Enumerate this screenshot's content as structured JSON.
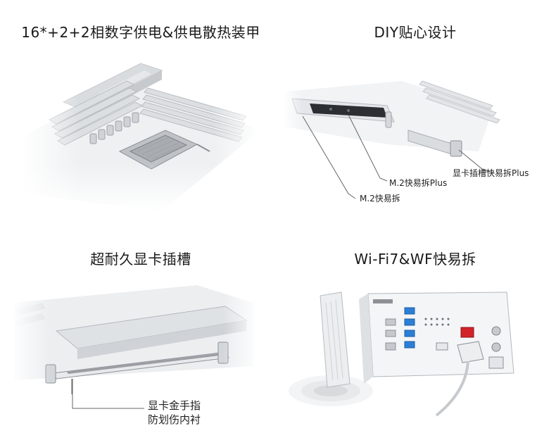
{
  "panels": {
    "top_left": {
      "title": "16*+2+2相数字供电&供电散热装甲"
    },
    "top_right": {
      "title": "DIY贴心设计",
      "callouts": [
        "显卡插槽快易拆Plus",
        "M.2快易拆Plus",
        "M.2快易拆"
      ]
    },
    "bottom_left": {
      "title": "超耐久显卡插槽",
      "callout_lines": [
        "显卡金手指",
        "防划伤内衬"
      ]
    },
    "bottom_right": {
      "title": "Wi-Fi7&WF快易拆"
    }
  },
  "colors": {
    "background": "#ffffff",
    "board": "#e9ecef",
    "heatsink": "#d6d9dd",
    "accent_blue": "#2b7fd6",
    "accent_red": "#d2232a"
  }
}
